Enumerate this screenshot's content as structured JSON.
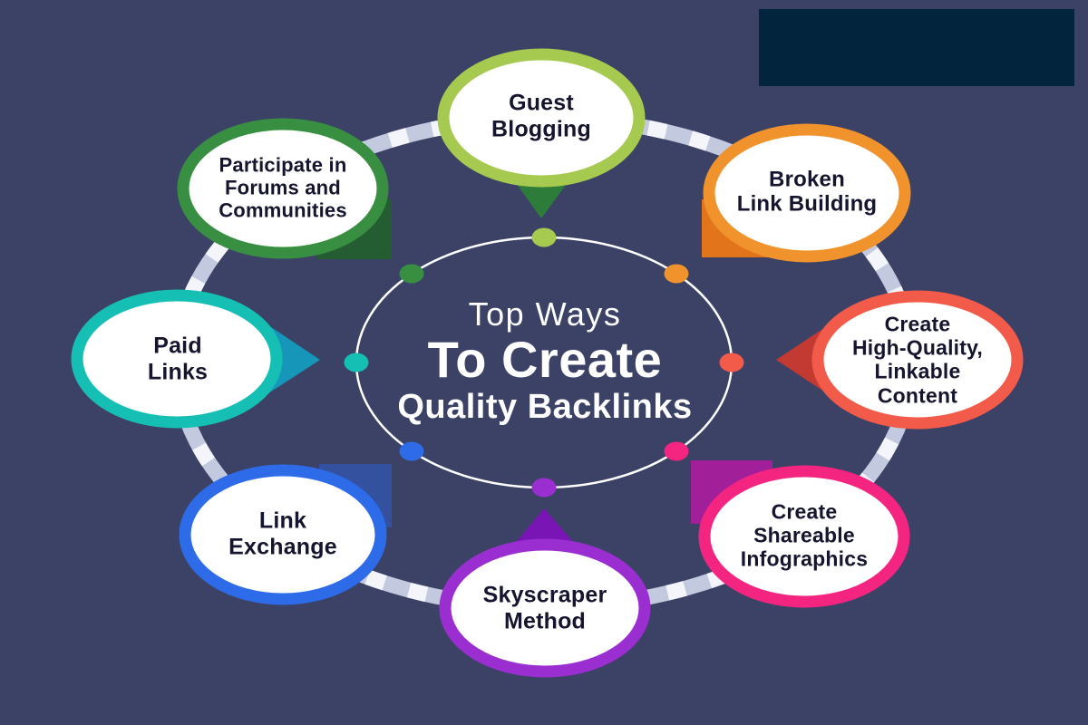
{
  "canvas": {
    "background": "#3b4266",
    "band_color": "#c3c9df",
    "band_dash_color": "#f3f5fa",
    "inner_circle_color": "#ffffff",
    "node_fill": "#ffffff",
    "label_color": "#15152f"
  },
  "masked_area": {
    "color": "#03243d"
  },
  "title": {
    "line1": "Top Ways",
    "line2": "To Create",
    "line3": "Quality Backlinks",
    "color": "#ffffff"
  },
  "nodes": [
    {
      "id": "guest-blogging",
      "label": "Guest\nBlogging",
      "color": "#a6c94f",
      "dark": "#2e7c39"
    },
    {
      "id": "broken-link-building",
      "label": "Broken\nLink Building",
      "color": "#f0932c",
      "dark": "#e2741c"
    },
    {
      "id": "create-high-quality-linkable-content",
      "label": "Create\nHigh-Quality,\nLinkable\nContent",
      "color": "#f25a49",
      "dark": "#c23a31"
    },
    {
      "id": "create-shareable-infographics",
      "label": "Create\nShareable\nInfographics",
      "color": "#f42580",
      "dark": "#a1209a"
    },
    {
      "id": "skyscraper-method",
      "label": "Skyscraper\nMethod",
      "color": "#9a2ed1",
      "dark": "#7a15b5"
    },
    {
      "id": "link-exchange",
      "label": "Link\nExchange",
      "color": "#2e6be9",
      "dark": "#33519f"
    },
    {
      "id": "paid-links",
      "label": "Paid\nLinks",
      "color": "#16bfb4",
      "dark": "#1697b9"
    },
    {
      "id": "participate-in-forums-and-communities",
      "label": "Participate in\nForums and\nCommunities",
      "color": "#398f41",
      "dark": "#245d31"
    }
  ]
}
